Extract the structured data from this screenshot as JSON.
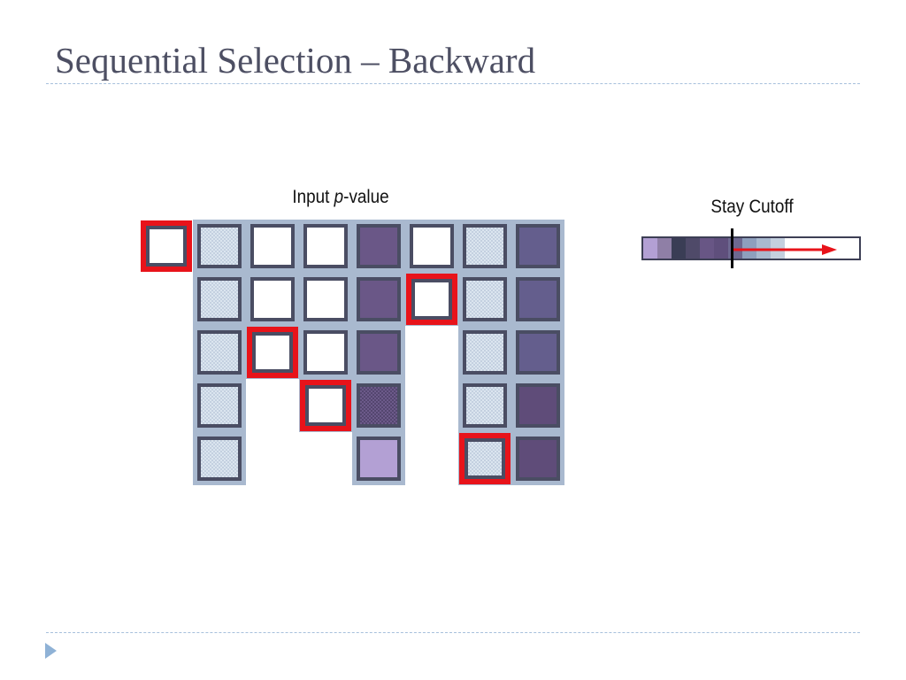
{
  "slide": {
    "title": "Sequential Selection – Backward"
  },
  "grid": {
    "caption_prefix": "Input ",
    "caption_italic": "p",
    "caption_suffix": "-value",
    "columns": [
      [
        "white-red",
        "empty",
        "empty",
        "empty",
        "empty"
      ],
      [
        "light",
        "light",
        "light",
        "light",
        "light"
      ],
      [
        "white",
        "white",
        "white-red",
        "empty",
        "empty"
      ],
      [
        "white",
        "white",
        "white",
        "white-red",
        "empty"
      ],
      [
        "dark",
        "dark",
        "dark",
        "mesh",
        "lavender"
      ],
      [
        "white",
        "white-red",
        "empty",
        "empty",
        "empty"
      ],
      [
        "light",
        "light",
        "light",
        "light",
        "light-red"
      ],
      [
        "dark2",
        "dark2",
        "dark2",
        "dark3",
        "dark3"
      ]
    ]
  },
  "cutoff": {
    "label": "Stay Cutoff",
    "scale_colors": [
      "#b3a0d4",
      "#8f7fa6",
      "#3a3d55",
      "#4f4a69",
      "#685685",
      "#5f4f7c",
      "#6d6890",
      "#8e9fbd",
      "#a9b9cf",
      "#c4d0df"
    ],
    "arrow_color": "#e8131a",
    "marker_color": "#000000"
  }
}
